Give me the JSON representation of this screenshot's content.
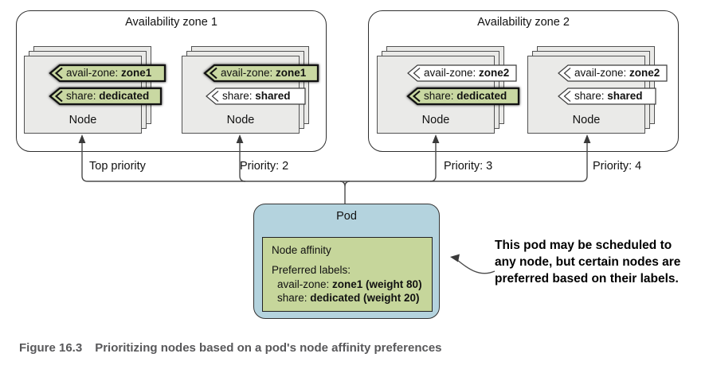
{
  "colors": {
    "tag_green": "#c9d8a2",
    "pod_blue": "#b4d3de",
    "affinity_green": "#c6d69b",
    "node_gray": "#eaeae8",
    "caption_gray": "#58585a",
    "line_gray": "#4a4a4a"
  },
  "zones": [
    {
      "title": "Availability zone 1",
      "nodes": [
        {
          "label": "Node",
          "priority": "Top priority",
          "tags": [
            {
              "key": "avail-zone: ",
              "value": "zone1"
            },
            {
              "key": "share: ",
              "value": "dedicated"
            }
          ]
        },
        {
          "label": "Node",
          "priority": "Priority: 2",
          "tags": [
            {
              "key": "avail-zone: ",
              "value": "zone1"
            },
            {
              "key": "share: ",
              "value": "shared"
            }
          ]
        }
      ]
    },
    {
      "title": "Availability zone 2",
      "nodes": [
        {
          "label": "Node",
          "priority": "Priority: 3",
          "tags": [
            {
              "key": "avail-zone: ",
              "value": "zone2"
            },
            {
              "key": "share: ",
              "value": "dedicated"
            }
          ]
        },
        {
          "label": "Node",
          "priority": "Priority: 4",
          "tags": [
            {
              "key": "avail-zone: ",
              "value": "zone2"
            },
            {
              "key": "share: ",
              "value": "shared"
            }
          ]
        }
      ]
    }
  ],
  "pod": {
    "title": "Pod",
    "affinity_title": "Node affinity",
    "preferred_heading": "Preferred labels:",
    "preferred": [
      {
        "key": "avail-zone: ",
        "value": "zone1 (weight 80)"
      },
      {
        "key": "share: ",
        "value": "dedicated (weight 20)"
      }
    ]
  },
  "annotation": {
    "line1": "This pod may be scheduled to",
    "line2": "any node, but certain nodes are",
    "line3": "preferred based on their labels."
  },
  "caption": {
    "label": "Figure 16.3",
    "text": "Prioritizing nodes based on a pod's node affinity preferences"
  }
}
